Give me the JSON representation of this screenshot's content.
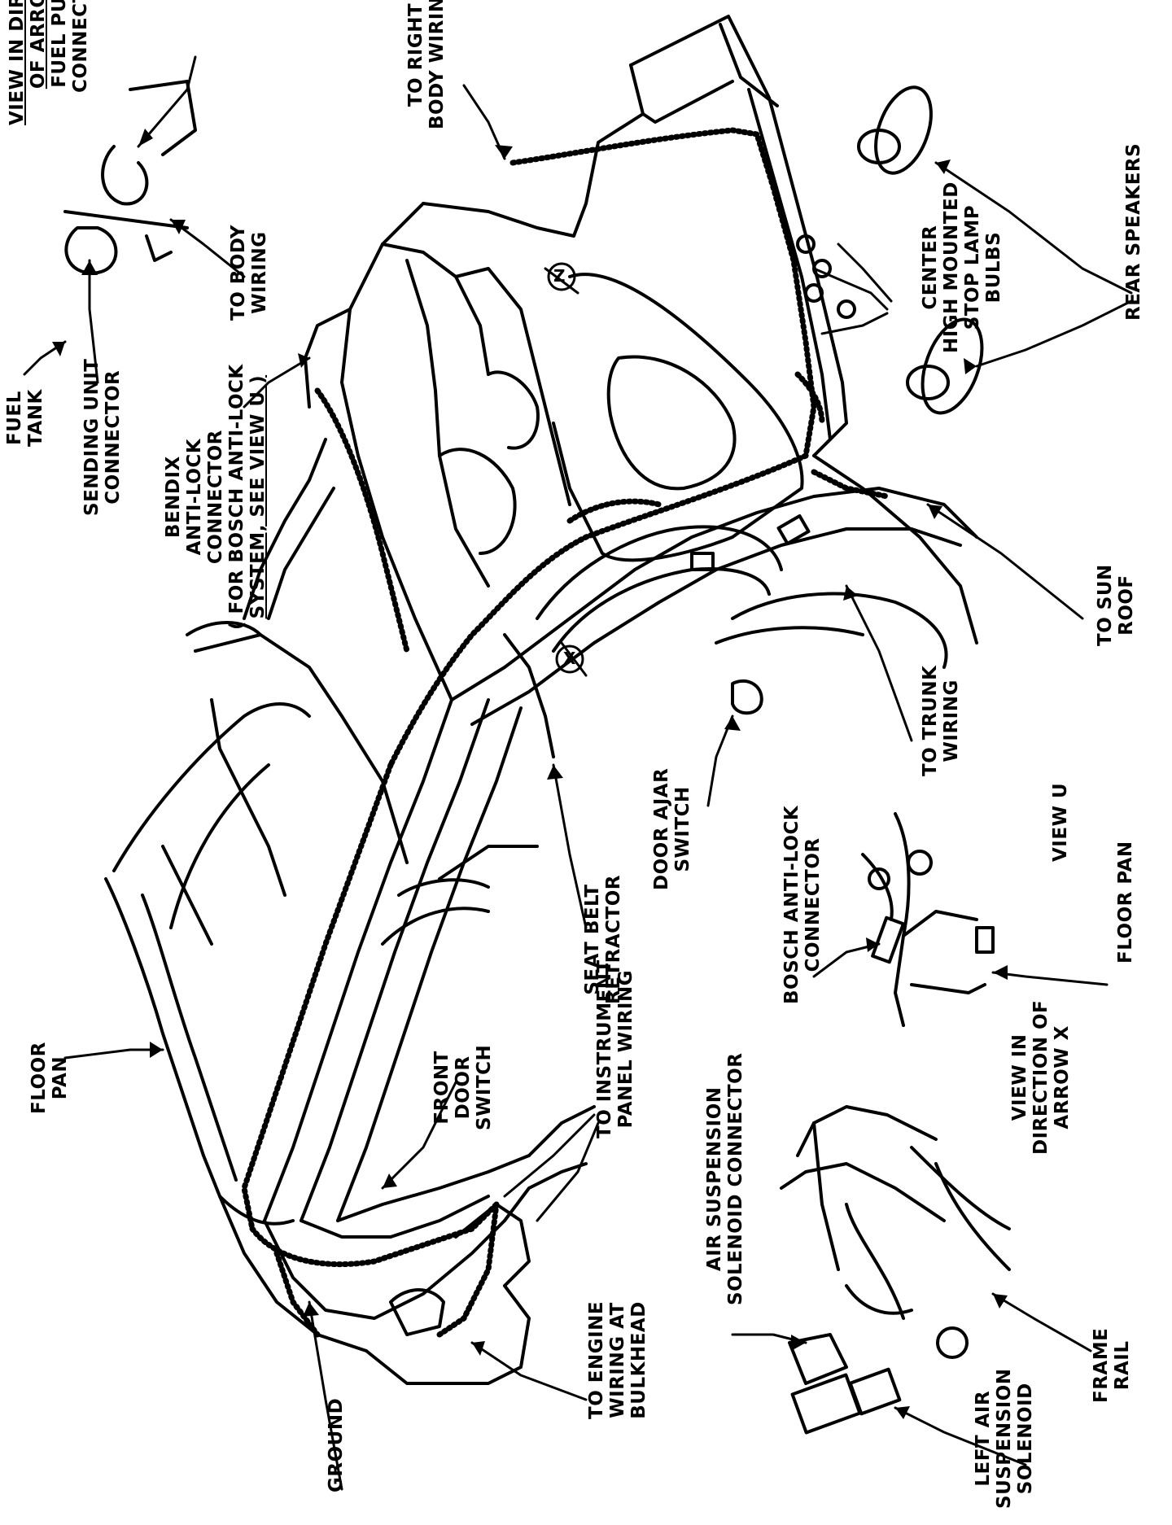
{
  "labels": {
    "view_z": [
      "VIEW IN DIRECTION",
      "OF ARROW Z"
    ],
    "fuel_pump": [
      "FUEL PUMP",
      "CONNECTOR"
    ],
    "to_right_body": [
      "TO RIGHT",
      "BODY WIRING"
    ],
    "to_body": [
      "TO BODY",
      "WIRING"
    ],
    "sending": [
      "SENDING UNIT",
      "CONNECTOR"
    ],
    "fuel_tank": [
      "FUEL",
      "TANK"
    ],
    "bendix": [
      "BENDIX",
      "ANTI-LOCK",
      "CONNECTOR",
      "( FOR BOSCH ANTI-LOCK",
      "SYSTEM, SEE VIEW U )"
    ],
    "rear_speakers": [
      "REAR SPEAKERS"
    ],
    "stop_lamp": [
      "CENTER",
      "HIGH MOUNTED",
      "STOP LAMP",
      "BULBS"
    ],
    "sun_roof": [
      "TO SUN",
      "ROOF"
    ],
    "trunk": [
      "TO TRUNK",
      "WIRING"
    ],
    "door_ajar": [
      "DOOR AJAR",
      "SWITCH"
    ],
    "seat_belt": [
      "SEAT BELT",
      "RETRACTOR"
    ],
    "view_u": [
      "VIEW U"
    ],
    "bosch": [
      "BOSCH ANTI-LOCK",
      "CONNECTOR"
    ],
    "floor_pan_r": [
      "FLOOR PAN"
    ],
    "floor_pan_l": [
      "FLOOR",
      "PAN"
    ],
    "front_door": [
      "FRONT",
      "DOOR",
      "SWITCH"
    ],
    "instrument": [
      "TO INSTRUMENT",
      "PANEL WIRING"
    ],
    "view_x": [
      "VIEW IN",
      "DIRECTION OF",
      "ARROW X"
    ],
    "air_conn": [
      "AIR SUSPENSION",
      "SOLENOID CONNECTOR"
    ],
    "frame_rail": [
      "FRAME",
      "RAIL"
    ],
    "left_air": [
      "LEFT AIR",
      "SUSPENSION",
      "SOLENOID"
    ],
    "engine": [
      "TO ENGINE",
      "WIRING AT",
      "BULKHEAD"
    ],
    "ground": [
      "GROUND"
    ]
  },
  "markers": {
    "z": "Z",
    "x": "X"
  }
}
